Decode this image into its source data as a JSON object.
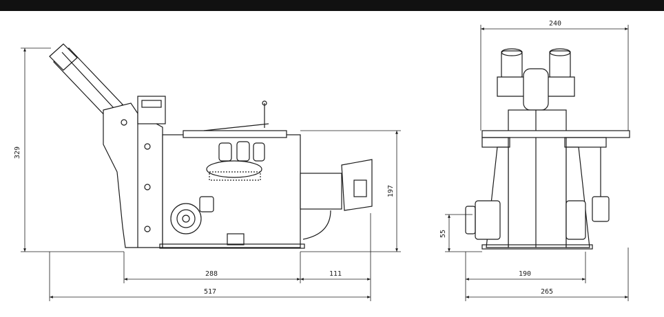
{
  "drawing": {
    "colors": {
      "line": "#1a1a1a",
      "accent_bar": "#111111",
      "paper": "#ffffff"
    },
    "side_view": {
      "dims": {
        "height_total": "329",
        "height_right": "197",
        "base_span": "288",
        "overhang": "111",
        "overall_length": "517"
      }
    },
    "front_view": {
      "dims": {
        "top_width": "240",
        "knob_height": "55",
        "base_width": "190",
        "overall_width": "265"
      }
    }
  }
}
